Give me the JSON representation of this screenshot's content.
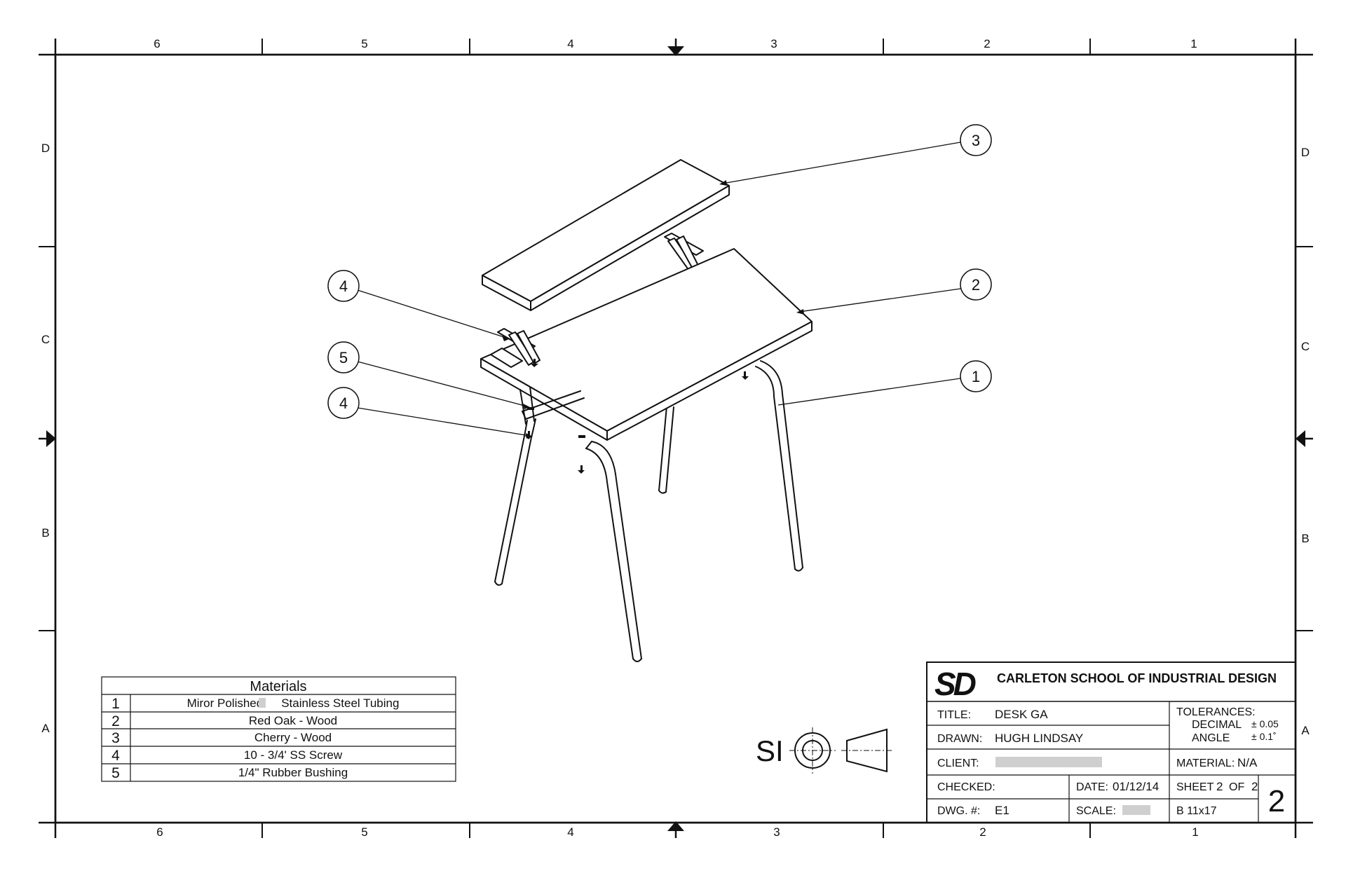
{
  "zones": {
    "columns_top": [
      "6",
      "5",
      "4",
      "3",
      "2",
      "1"
    ],
    "columns_bottom": [
      "6",
      "5",
      "4",
      "3",
      "2",
      "1"
    ],
    "rows_left": [
      "D",
      "C",
      "B",
      "A"
    ],
    "rows_right": [
      "D",
      "C",
      "B",
      "A"
    ]
  },
  "balloons": [
    "3",
    "4",
    "2",
    "5",
    "1",
    "4"
  ],
  "materials": {
    "header": "Materials",
    "rows": [
      {
        "num": "1",
        "desc_pre": "Miror Polished",
        "desc_post": "Stainless Steel Tubing"
      },
      {
        "num": "2",
        "desc": "Red Oak - Wood"
      },
      {
        "num": "3",
        "desc": "Cherry - Wood"
      },
      {
        "num": "4",
        "desc": "10 - 3/4' SS Screw"
      },
      {
        "num": "5",
        "desc": "1/4\" Rubber Bushing"
      }
    ]
  },
  "projection": {
    "unit_system": "SI"
  },
  "title_block": {
    "logo": "SD",
    "school": "CARLETON SCHOOL OF INDUSTRIAL DESIGN",
    "title_label": "TITLE:",
    "title": "DESK GA",
    "drawn_label": "DRAWN:",
    "drawn": "HUGH LINDSAY",
    "client_label": "CLIENT:",
    "checked_label": "CHECKED:",
    "date_label": "DATE:",
    "date": "01/12/14",
    "dwg_label": "DWG. #:",
    "dwg": "E1",
    "scale_label": "SCALE:",
    "tolerances_label": "TOLERANCES:",
    "decimal_label": "DECIMAL",
    "decimal_value": "± 0.05",
    "angle_label": "ANGLE",
    "angle_value": "± 0.1˚",
    "material_label": "MATERIAL:",
    "material": "N/A",
    "sheet_label": "SHEET",
    "sheet_num": "2",
    "of_label": "OF",
    "sheet_total": "2",
    "size": "B 11x17",
    "revision": "2"
  }
}
